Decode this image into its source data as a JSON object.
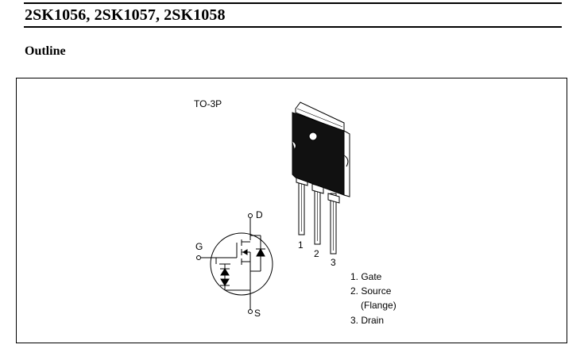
{
  "header": {
    "title": "2SK1056, 2SK1057, 2SK1058"
  },
  "section": {
    "heading": "Outline"
  },
  "outline": {
    "package": "TO-3P",
    "pin_numbers": [
      "1",
      "2",
      "3"
    ],
    "terminals": {
      "drain": "D",
      "gate": "G",
      "source": "S"
    },
    "pin_legend": {
      "item1": "1. Gate",
      "item2": "2. Source",
      "item2_note": "(Flange)",
      "item3": "3. Drain"
    }
  }
}
